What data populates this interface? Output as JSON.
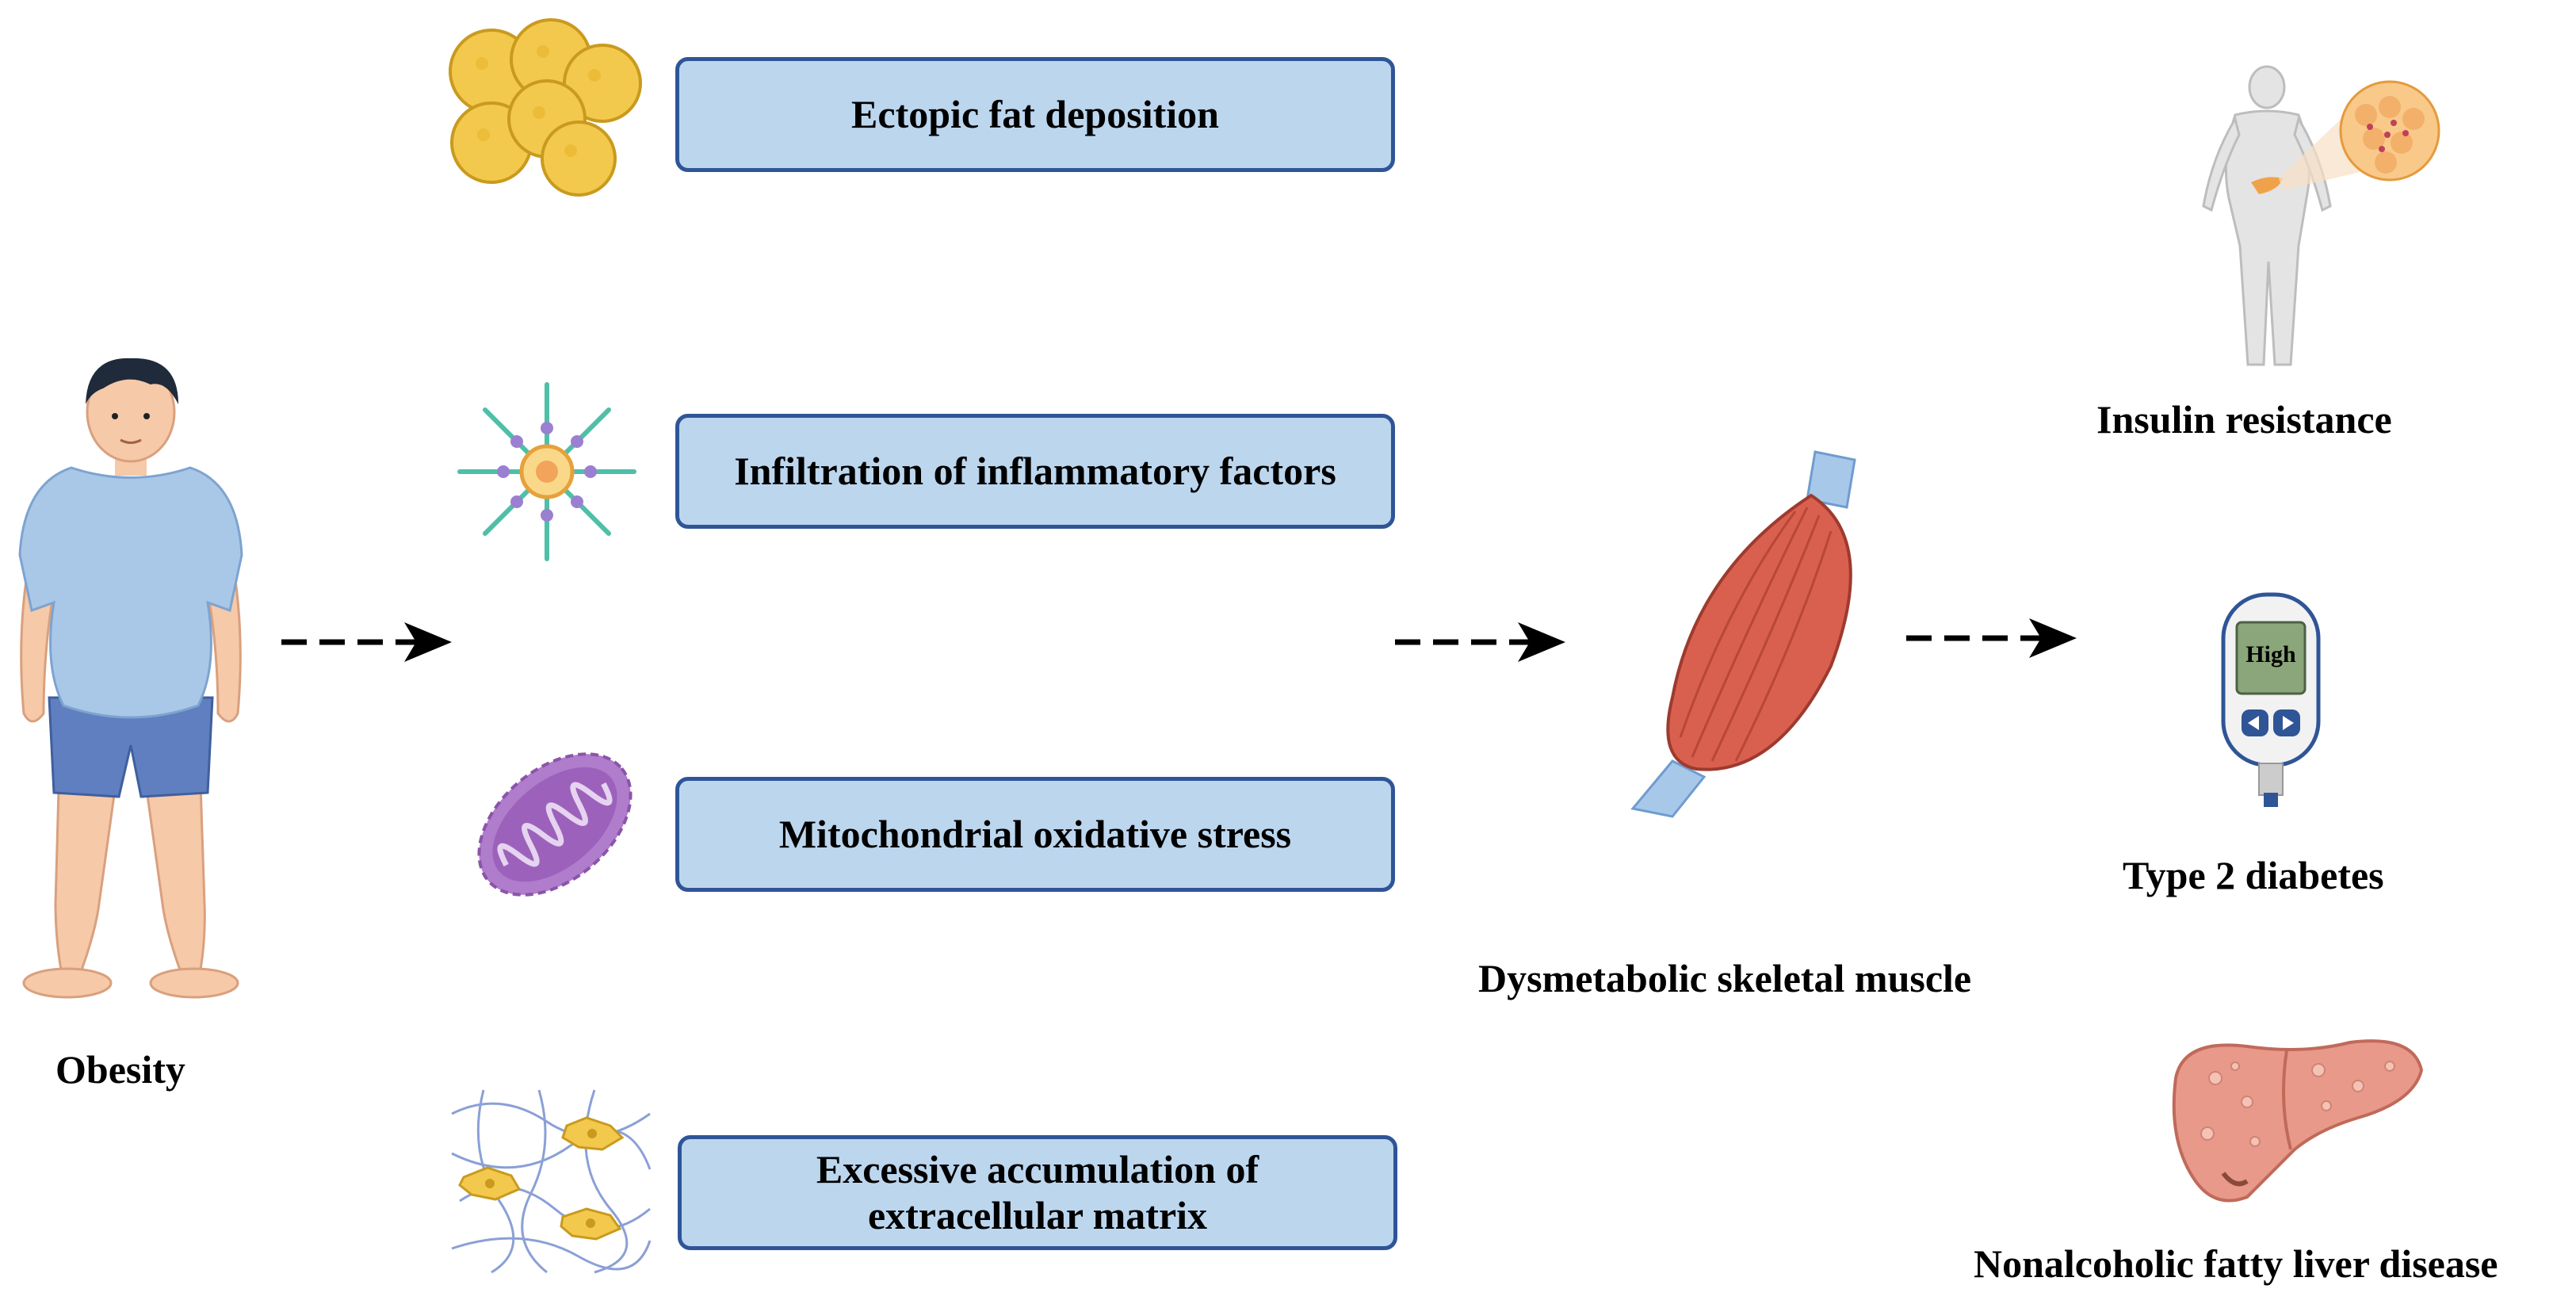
{
  "boxes": {
    "ectopic_fat": "Ectopic fat deposition",
    "inflammatory": "Infiltration of inflammatory factors",
    "mitochondrial": "Mitochondrial oxidative stress",
    "ecm_line1": "Excessive accumulation of",
    "ecm_line2": "extracellular matrix"
  },
  "labels": {
    "obesity": "Obesity",
    "muscle": "Dysmetabolic skeletal muscle",
    "insulin": "Insulin resistance",
    "diabetes": "Type 2 diabetes",
    "nafld": "Nonalcoholic fatty liver disease",
    "meter_display": "High"
  },
  "colors": {
    "box_fill": "#bcd6ee",
    "box_border": "#2f5597",
    "arrow": "#000000",
    "muscle": "#d9604f",
    "liver": "#e8998a"
  },
  "icons": [
    "obese-person-icon",
    "fat-cells-icon",
    "cytokine-icon",
    "mitochondrion-icon",
    "extracellular-matrix-icon",
    "muscle-icon",
    "pancreas-body-icon",
    "glucose-meter-icon",
    "liver-icon",
    "dashed-arrow-icon"
  ]
}
